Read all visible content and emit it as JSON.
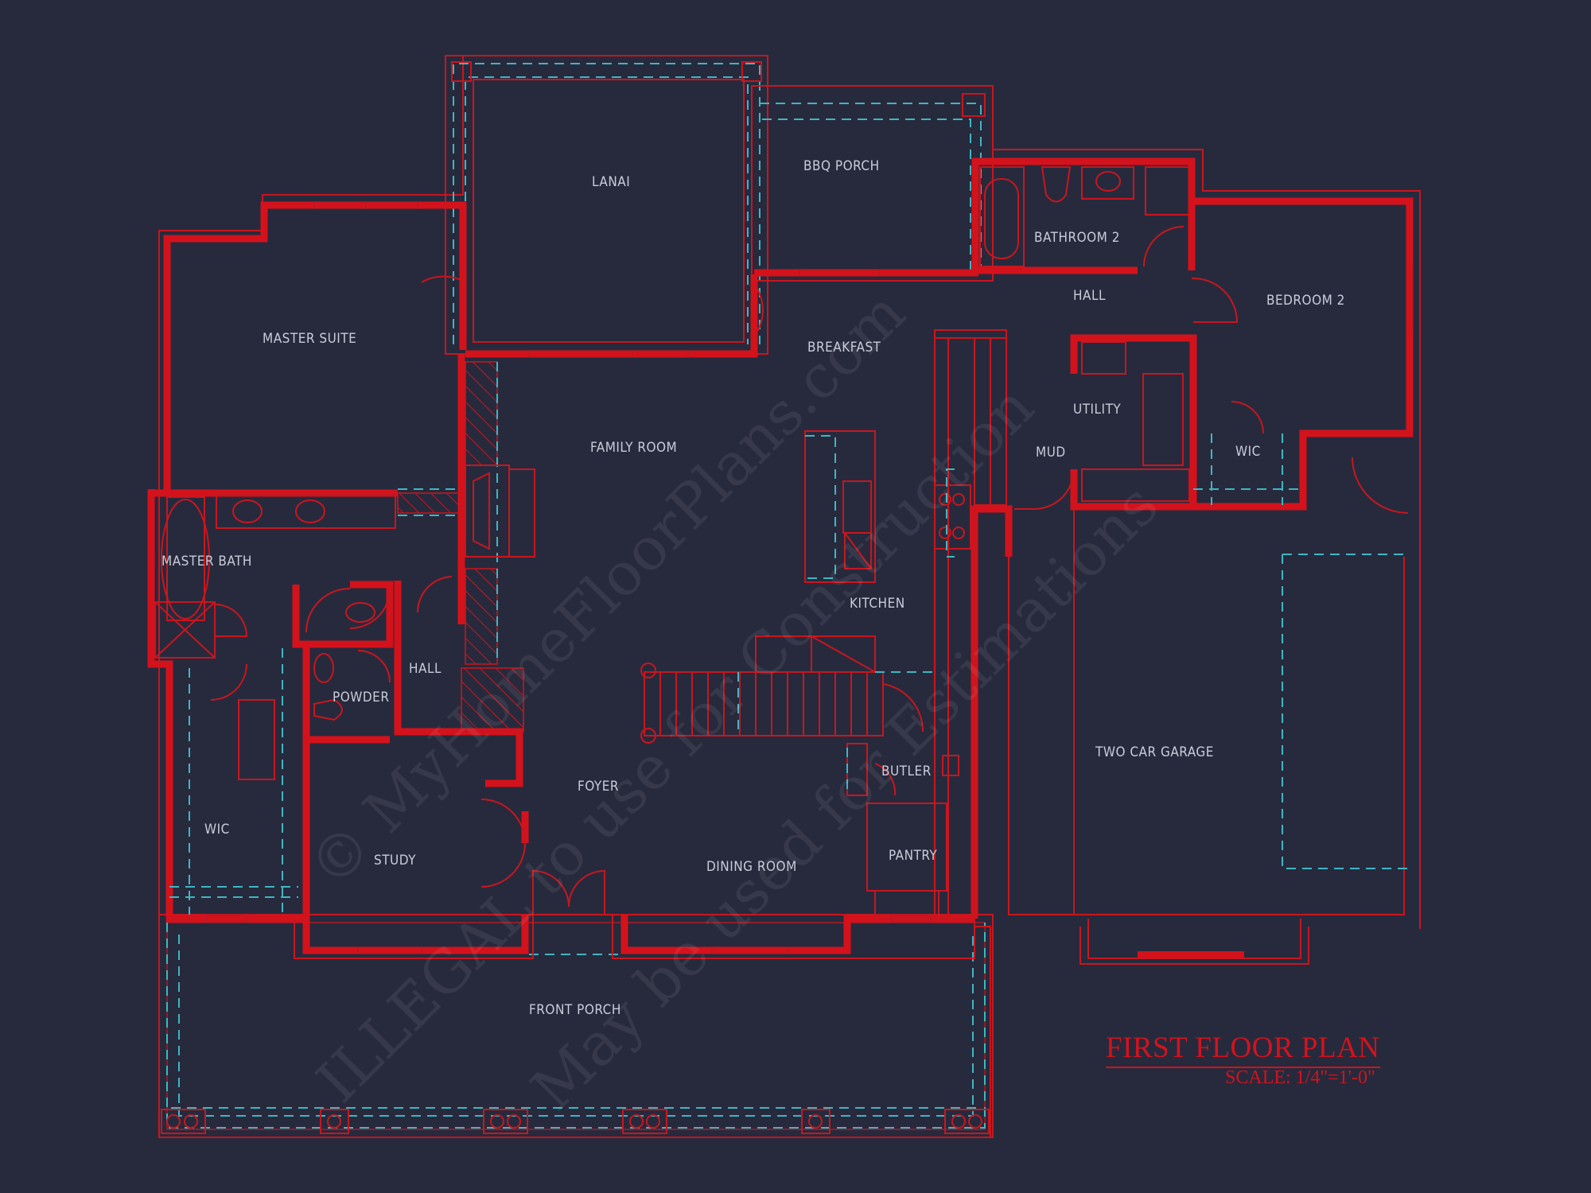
{
  "drawing": {
    "title": "FIRST FLOOR PLAN",
    "scale": "SCALE: 1/4\"=1'-0\"",
    "colors": {
      "background": "#272a3d",
      "walls": "#d4121c",
      "dashed_lines": "#3fb6c2",
      "labels": "#c9ccd8"
    }
  },
  "rooms": {
    "lanai": "LANAI",
    "bbq_porch": "BBQ PORCH",
    "bathroom_2": "BATHROOM 2",
    "bedroom_2": "BEDROOM 2",
    "hall_upper": "HALL",
    "master_suite": "MASTER SUITE",
    "breakfast": "BREAKFAST",
    "utility": "UTILITY",
    "family_room": "FAMILY ROOM",
    "mud": "MUD",
    "wic_bedroom": "WIC",
    "master_bath": "MASTER BATH",
    "kitchen": "KITCHEN",
    "hall_lower": "HALL",
    "powder": "POWDER",
    "two_car_garage": "TWO CAR GARAGE",
    "butler": "BUTLER",
    "foyer": "FOYER",
    "wic_master": "WIC",
    "study": "STUDY",
    "dining_room": "DINING ROOM",
    "pantry": "PANTRY",
    "front_porch": "FRONT PORCH"
  },
  "watermarks": {
    "line1": "© MyHomeFloorPlans.com",
    "line2": "ILLEGAL to use for Construction",
    "line3": "May be used for Estimations"
  }
}
